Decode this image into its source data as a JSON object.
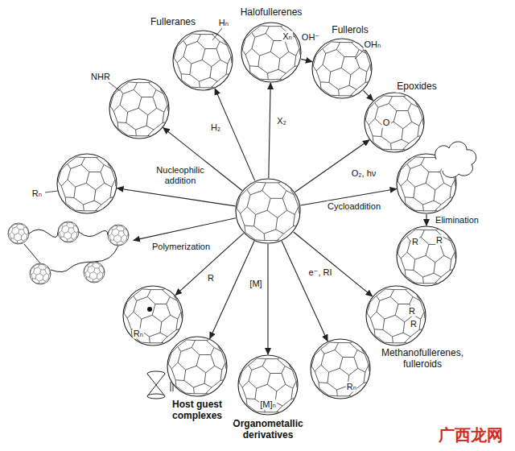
{
  "diagram": {
    "nodes": [
      {
        "text": []
      },
      {
        "text": [
          "Fulleranes",
          "Hₙ"
        ]
      },
      {
        "text": [
          "Halofullerenes",
          "Xₙ"
        ]
      },
      {
        "text": [
          "Fullerols",
          "OHₙ"
        ]
      },
      {
        "text": [
          "Epoxides",
          "O"
        ]
      },
      {
        "text": []
      },
      {
        "text": [
          "R",
          "R"
        ]
      },
      {
        "text": [
          "R",
          "R",
          "Methanofullerenes, fulleroids"
        ]
      },
      {
        "text": [
          "Rₙ"
        ]
      },
      {
        "text": [
          "[M]ₙ",
          "Organometallic derivatives"
        ]
      },
      {
        "text": [
          "Host guest complexes"
        ]
      },
      {
        "text": [
          "Rₙ"
        ]
      },
      {
        "text": []
      },
      {
        "text": [
          "Rₙ"
        ]
      },
      {
        "text": [
          "NHR"
        ]
      }
    ],
    "edges": [
      {
        "from": 0,
        "to": 1,
        "label": "H₂",
        "arrow": "to"
      },
      {
        "from": 0,
        "to": 2,
        "label": "X₂",
        "arrow": "to"
      },
      {
        "from": 2,
        "to": 3,
        "label": "OH⁻",
        "arrow": "to"
      },
      {
        "from": 3,
        "to": 4,
        "arrow": "to"
      },
      {
        "from": 0,
        "to": 4,
        "label": "O₂, hν",
        "arrow": "to"
      },
      {
        "from": 0,
        "to": 5,
        "label": "Cycloaddition",
        "arrow": "to"
      },
      {
        "from": 5,
        "to": 6,
        "label": "Elimination",
        "arrow": "to"
      },
      {
        "from": 0,
        "to": 7,
        "arrow": "to"
      },
      {
        "from": 0,
        "to": 8,
        "label": "e⁻, RI",
        "arrow": "to"
      },
      {
        "from": 0,
        "to": 9,
        "label": "[M]",
        "arrow": "to"
      },
      {
        "from": 0,
        "to": 10,
        "arrow": "to"
      },
      {
        "from": 0,
        "to": 11,
        "label": "R",
        "arrow": "to"
      },
      {
        "from": 0,
        "to": 12,
        "label": "Polymerization",
        "arrow": "to"
      },
      {
        "from": 0,
        "to": 13,
        "label": "Nucleophilic addition",
        "arrow": "to"
      },
      {
        "from": 0,
        "to": 14,
        "arrow": "to"
      }
    ],
    "labels": [
      "广西龙网"
    ]
  }
}
